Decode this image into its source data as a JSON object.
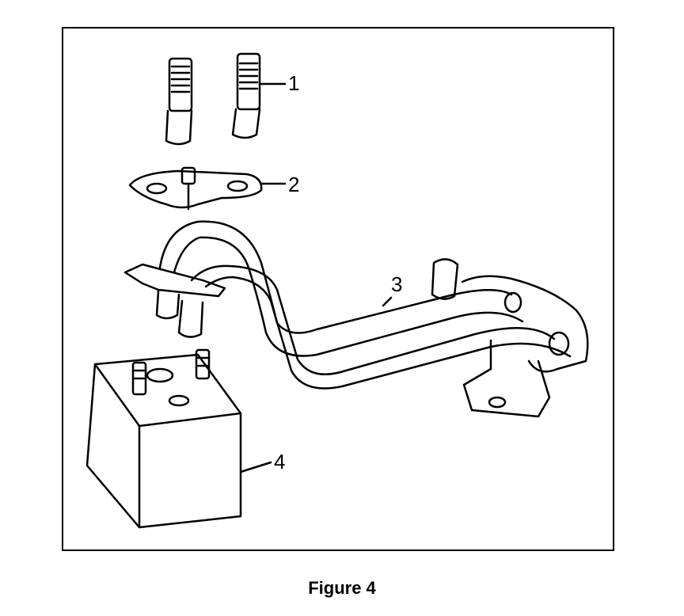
{
  "figure": {
    "caption": "Figure 4",
    "callouts": [
      {
        "id": "1",
        "label": "1"
      },
      {
        "id": "2",
        "label": "2"
      },
      {
        "id": "3",
        "label": "3"
      },
      {
        "id": "4",
        "label": "4"
      }
    ]
  }
}
